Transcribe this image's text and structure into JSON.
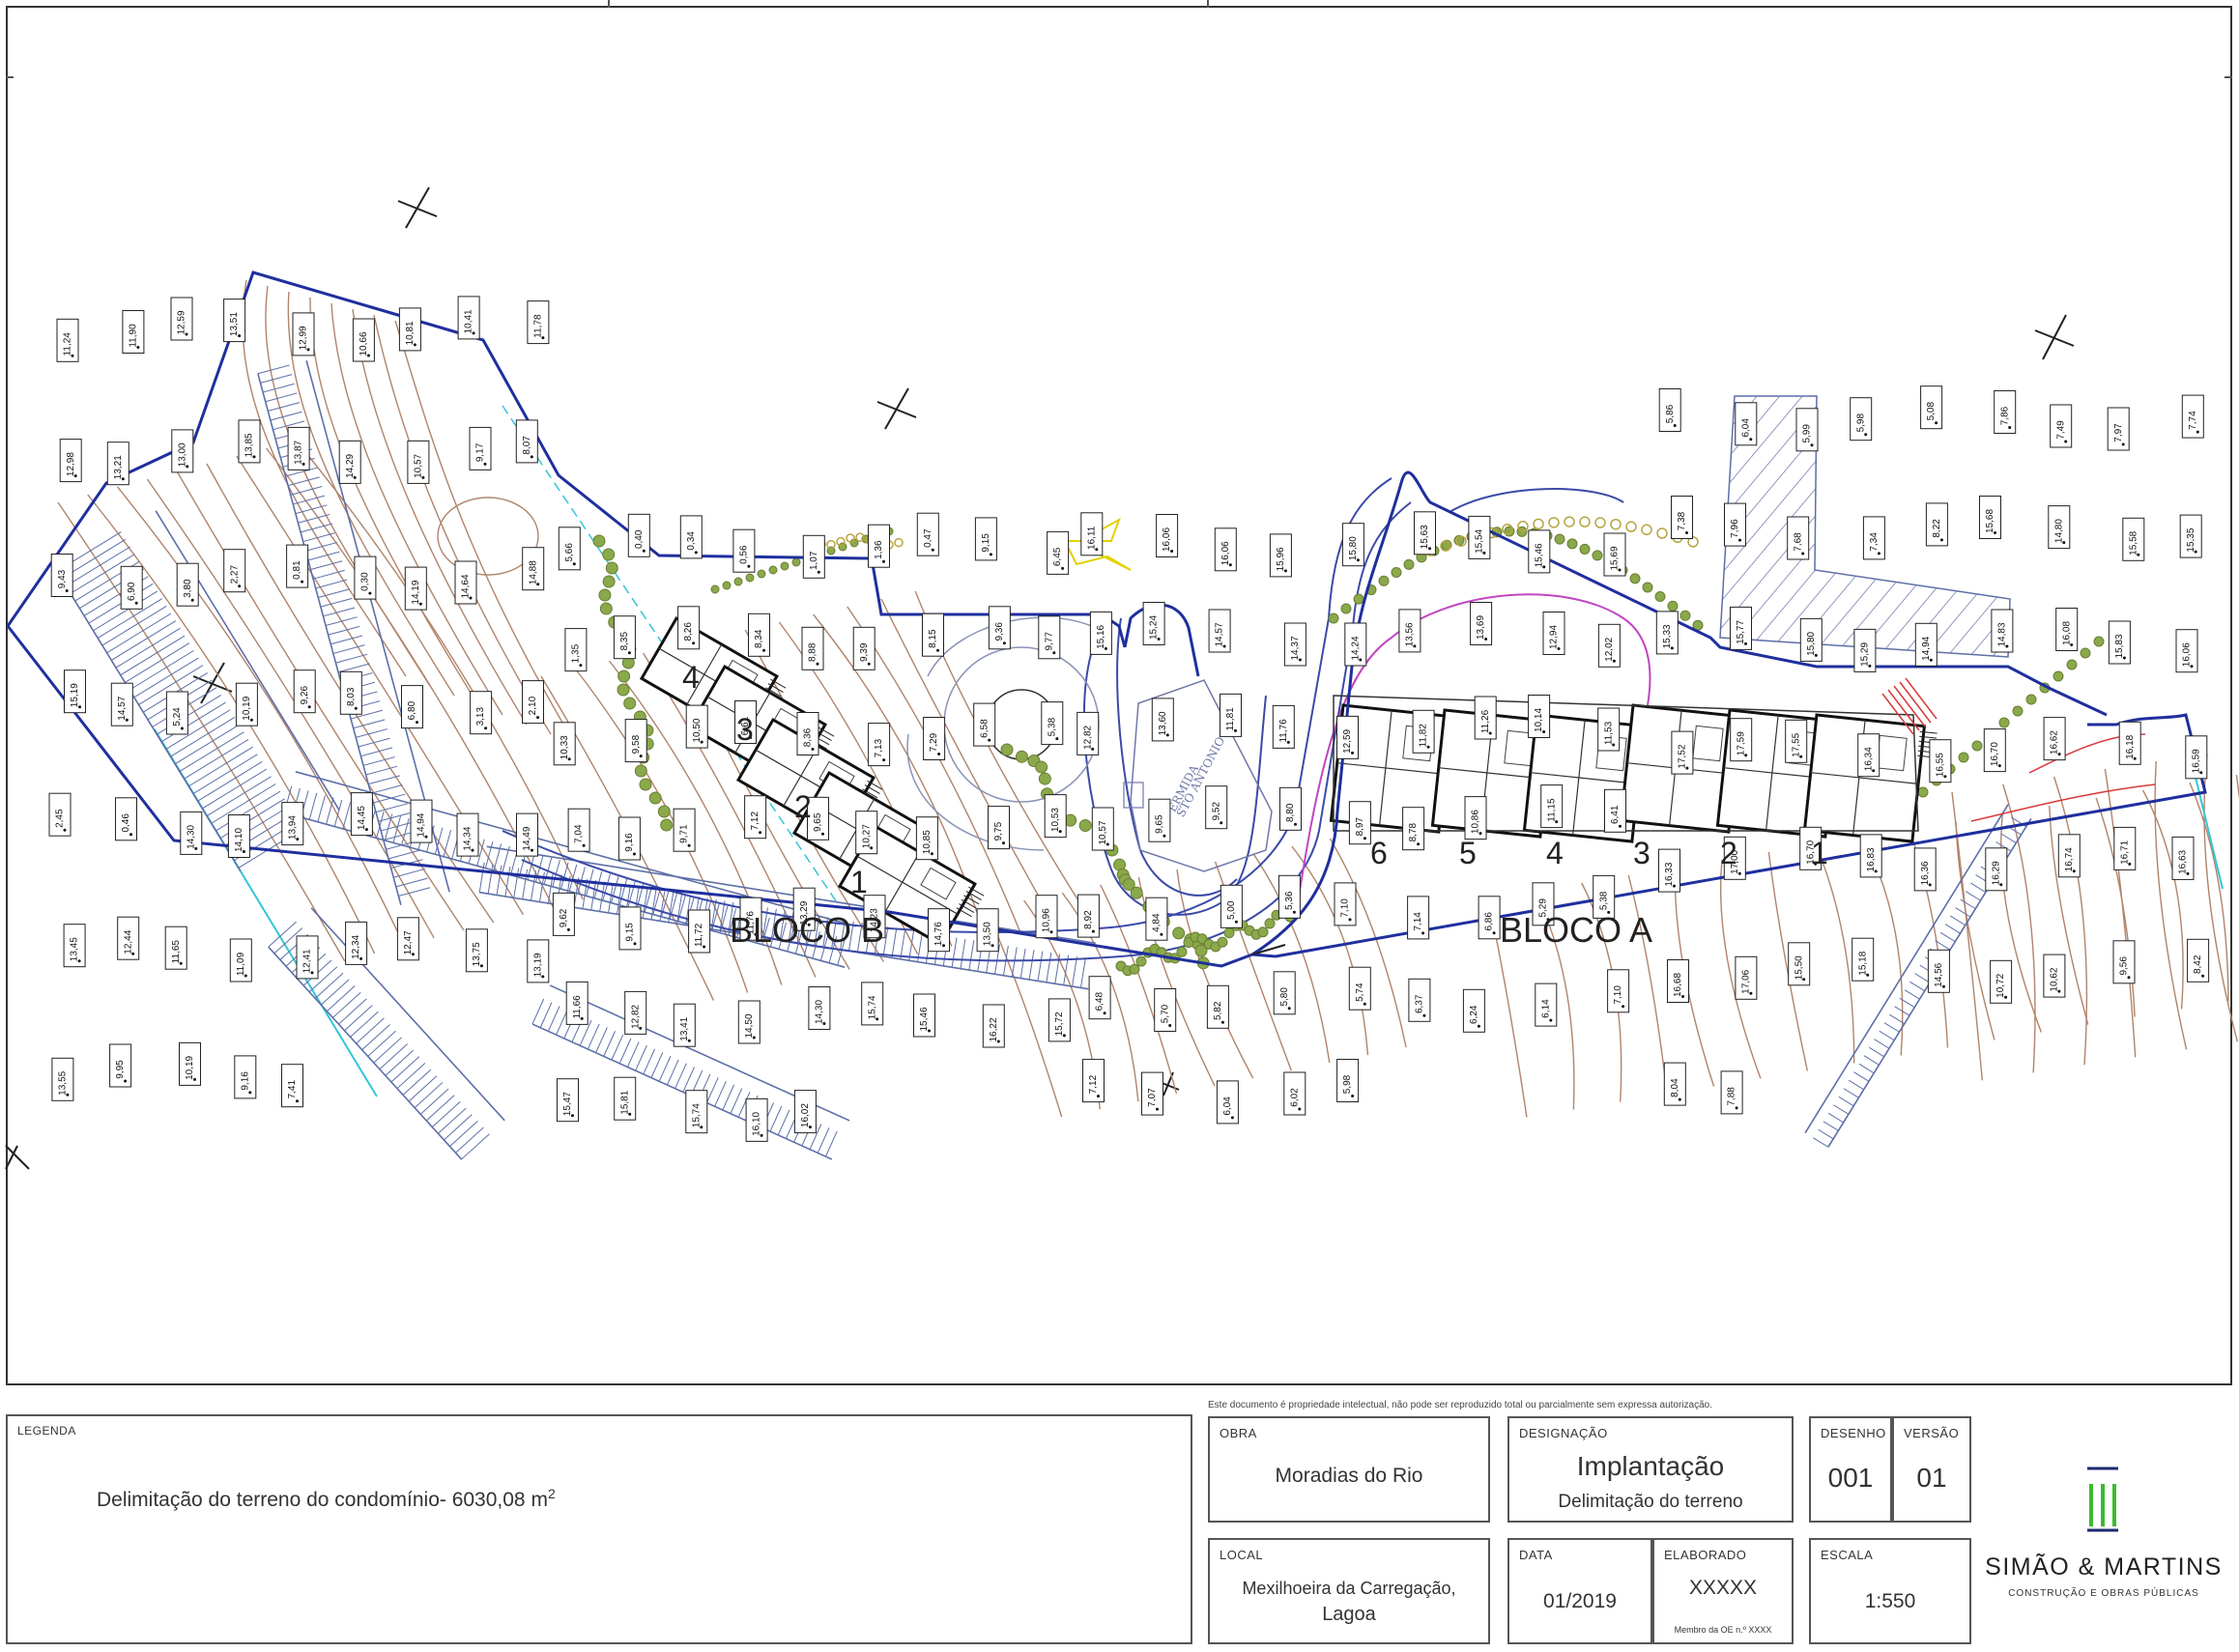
{
  "plan": {
    "block_labels": [
      "BLOCO B",
      "BLOCO A"
    ],
    "unit_numbers_b": [
      "1",
      "2",
      "3",
      "4"
    ],
    "unit_numbers_a": [
      "6",
      "5",
      "4",
      "3",
      "2",
      "1"
    ],
    "chapel_label": [
      "ERMIDA",
      "STO ANTONIO"
    ],
    "elevations": [
      "11,24",
      "11,90",
      "12,59",
      "13,51",
      "12,99",
      "10,66",
      "10,81",
      "10,41",
      "11,78",
      "12,98",
      "13,21",
      "13,00",
      "13,85",
      "13,87",
      "14,29",
      "10,57",
      "9,17",
      "8,07",
      "9,43",
      "6,90",
      "3,80",
      "2,27",
      "0,81",
      "0,30",
      "14,19",
      "14,64",
      "14,88",
      "15,19",
      "14,57",
      "5,24",
      "10,19",
      "9,26",
      "8,03",
      "6,80",
      "3,13",
      "2,10",
      "2,45",
      "0,46",
      "14,30",
      "14,10",
      "13,94",
      "14,45",
      "14,94",
      "14,34",
      "14,49",
      "13,45",
      "12,44",
      "11,65",
      "11,09",
      "12,41",
      "12,34",
      "12,47",
      "13,75",
      "13,19",
      "13,55",
      "9,95",
      "10,19",
      "9,16",
      "7,41",
      "5,66",
      "0,40",
      "0,34",
      "0,56",
      "1,07",
      "1,36",
      "0,47",
      "9,15",
      "6,45",
      "1,35",
      "8,35",
      "8,26",
      "8,34",
      "8,88",
      "9,39",
      "8,15",
      "9,36",
      "9,77",
      "10,33",
      "9,58",
      "10,50",
      "6,61",
      "8,36",
      "7,13",
      "7,29",
      "6,58",
      "5,38",
      "7,04",
      "9,16",
      "9,71",
      "7,12",
      "9,65",
      "10,27",
      "10,85",
      "9,75",
      "10,53",
      "9,62",
      "9,15",
      "11,72",
      "11,76",
      "13,29",
      "14,23",
      "14,76",
      "13,50",
      "10,96",
      "11,66",
      "12,82",
      "13,41",
      "14,50",
      "14,30",
      "15,74",
      "15,46",
      "16,22",
      "15,72",
      "15,47",
      "15,81",
      "15,74",
      "16,10",
      "16,02",
      "16,11",
      "16,06",
      "16,06",
      "15,96",
      "15,80",
      "15,63",
      "15,54",
      "15,46",
      "15,69",
      "15,16",
      "15,24",
      "14,57",
      "14,37",
      "14,24",
      "13,56",
      "13,69",
      "12,94",
      "12,02",
      "12,82",
      "13,60",
      "11,81",
      "11,76",
      "12,59",
      "11,82",
      "11,26",
      "10,14",
      "11,53",
      "10,57",
      "9,65",
      "9,52",
      "8,80",
      "8,97",
      "8,78",
      "10,86",
      "11,15",
      "6,41",
      "8,92",
      "4,84",
      "5,00",
      "5,36",
      "7,10",
      "7,14",
      "6,86",
      "5,29",
      "5,38",
      "6,48",
      "5,70",
      "5,82",
      "5,80",
      "5,74",
      "6,37",
      "6,24",
      "6,14",
      "7,10",
      "7,12",
      "7,07",
      "6,04",
      "6,02",
      "5,98",
      "5,86",
      "6,04",
      "5,99",
      "5,98",
      "5,08",
      "7,86",
      "7,49",
      "7,97",
      "7,74",
      "7,38",
      "7,96",
      "7,68",
      "7,34",
      "8,22",
      "15,68",
      "14,80",
      "15,58",
      "15,35",
      "15,33",
      "15,77",
      "15,80",
      "15,29",
      "14,94",
      "14,83",
      "16,08",
      "15,83",
      "16,06",
      "17,52",
      "17,59",
      "17,55",
      "16,34",
      "16,55",
      "16,70",
      "16,62",
      "16,18",
      "16,59",
      "16,33",
      "17,00",
      "16,70",
      "16,83",
      "16,36",
      "16,29",
      "16,74",
      "16,71",
      "16,63",
      "16,68",
      "17,06",
      "15,50",
      "15,18",
      "14,56",
      "10,72",
      "10,62",
      "9,56",
      "8,42",
      "8,04",
      "7,88"
    ]
  },
  "legend": {
    "title": "LEGENDA",
    "text": "Delimitação do terreno do condomínio- 6030,08 m",
    "sup": "2"
  },
  "notice": "Este documento é propriedade intelectual, não pode ser reproduzido total ou parcialmente sem expressa autorização.",
  "title_block": {
    "obra_label": "OBRA",
    "obra": "Moradias do Rio",
    "designacao_label": "DESIGNAÇÃO",
    "designacao_title": "Implantação",
    "designacao_sub": "Delimitação do terreno",
    "desenho_label": "DESENHO",
    "desenho": "001",
    "versao_label": "VERSÃO",
    "versao": "01",
    "local_label": "LOCAL",
    "local_line1": "Mexilhoeira da Carregação,",
    "local_line2": "Lagoa",
    "data_label": "DATA",
    "data": "01/2019",
    "elaborado_label": "ELABORADO",
    "elaborado": "XXXXX",
    "membro": "Membro da OE n.º XXXX",
    "escala_label": "ESCALA",
    "escala": "1:550"
  },
  "logo": {
    "name": "SIMÃO & MARTINS",
    "subtitle": "CONSTRUÇÃO E OBRAS PÚBLICAS",
    "color": "#3dbb2f"
  },
  "colors": {
    "boundary": "#1f2f9e",
    "contour": "#b0846a",
    "hatch": "#5d6fa8",
    "vegetation": "#8aa94a",
    "water": "#34c6d6",
    "road_edge": "#3b4aa8"
  }
}
